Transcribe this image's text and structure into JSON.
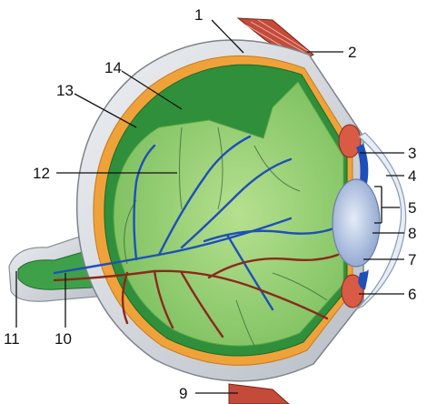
{
  "labels": [
    {
      "id": "1",
      "text": "1"
    },
    {
      "id": "2",
      "text": "2"
    },
    {
      "id": "3",
      "text": "3"
    },
    {
      "id": "4",
      "text": "4"
    },
    {
      "id": "5",
      "text": "5"
    },
    {
      "id": "6",
      "text": "6"
    },
    {
      "id": "7",
      "text": "7"
    },
    {
      "id": "8",
      "text": "8"
    },
    {
      "id": "9",
      "text": "9"
    },
    {
      "id": "10",
      "text": "10"
    },
    {
      "id": "11",
      "text": "11"
    },
    {
      "id": "12",
      "text": "12"
    },
    {
      "id": "13",
      "text": "13"
    },
    {
      "id": "14",
      "text": "14"
    }
  ],
  "colors": {
    "sclera": "#d7dbe0",
    "choroid": "#f0a23a",
    "retina": "#2f8f3a",
    "vitreous": "#9ed17c",
    "muscle": "#c44a3a",
    "vessel_blue": "#1f4fb8",
    "vessel_red": "#8a2a1a",
    "lens": "#b8c8e6",
    "cornea": "#e6edf5"
  }
}
